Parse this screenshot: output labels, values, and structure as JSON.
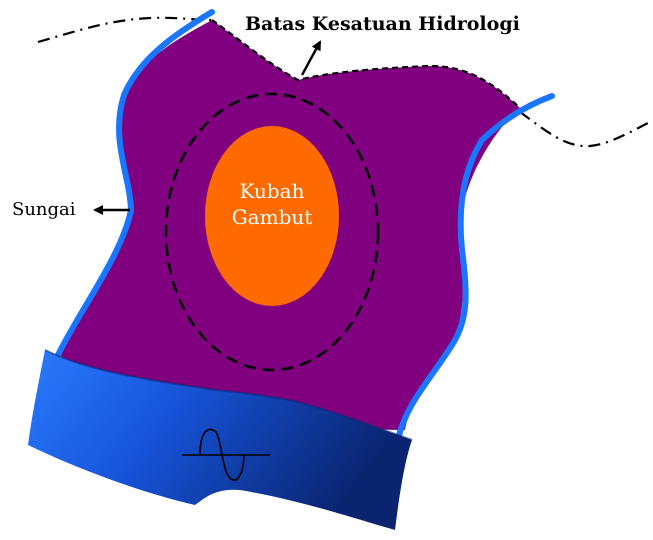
{
  "labels": {
    "boundary": "Batas Kesatuan Hidrologi",
    "river": "Sungai",
    "dome_line1": "Kubah",
    "dome_line2": "Gambut"
  },
  "colors": {
    "catchment_fill": "#800080",
    "river_blue": "#1a75ff",
    "river_dark": "#0b2a7a",
    "peat_dome": "#ff6a00",
    "boundary_line": "#000000"
  },
  "icons": [
    "pump-symbol-icon"
  ]
}
